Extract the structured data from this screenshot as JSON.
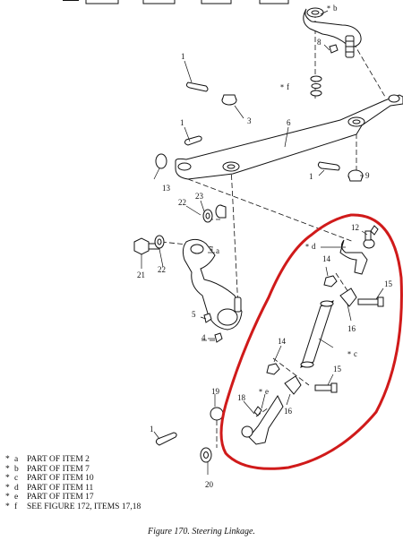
{
  "callouts": {
    "c1a": "1",
    "c1b": "1",
    "c1c": "1",
    "c1d": "1",
    "c3": "3",
    "c4": "4",
    "c5": "5",
    "c6": "6",
    "c8": "8",
    "c9": "9",
    "c12": "12",
    "c13": "13",
    "c14a": "14",
    "c14b": "14",
    "c15a": "15",
    "c15b": "15",
    "c16a": "16",
    "c16b": "16",
    "c18": "18",
    "c19": "19",
    "c20": "20",
    "c21": "21",
    "c22a": "22",
    "c22b": "22",
    "c23": "23"
  },
  "star_labels": {
    "a": "a",
    "b": "b",
    "c": "c",
    "d": "d",
    "e": "e",
    "f": "f"
  },
  "legend": [
    {
      "star": "*",
      "key": "a",
      "text": "PART OF ITEM  2"
    },
    {
      "star": "*",
      "key": "b",
      "text": "PART OF ITEM  7"
    },
    {
      "star": "*",
      "key": "c",
      "text": "PART OF ITEM  10"
    },
    {
      "star": "*",
      "key": "d",
      "text": "PART OF ITEM  11"
    },
    {
      "star": "*",
      "key": "e",
      "text": "PART OF ITEM  17"
    },
    {
      "star": "*",
      "key": "f",
      "text": "SEE FIGURE  172, ITEMS  17,18"
    }
  ],
  "caption": "Figure 170.  Steering Linkage.",
  "colors": {
    "ink": "#111111",
    "highlight_loop": "#d01a1a"
  }
}
